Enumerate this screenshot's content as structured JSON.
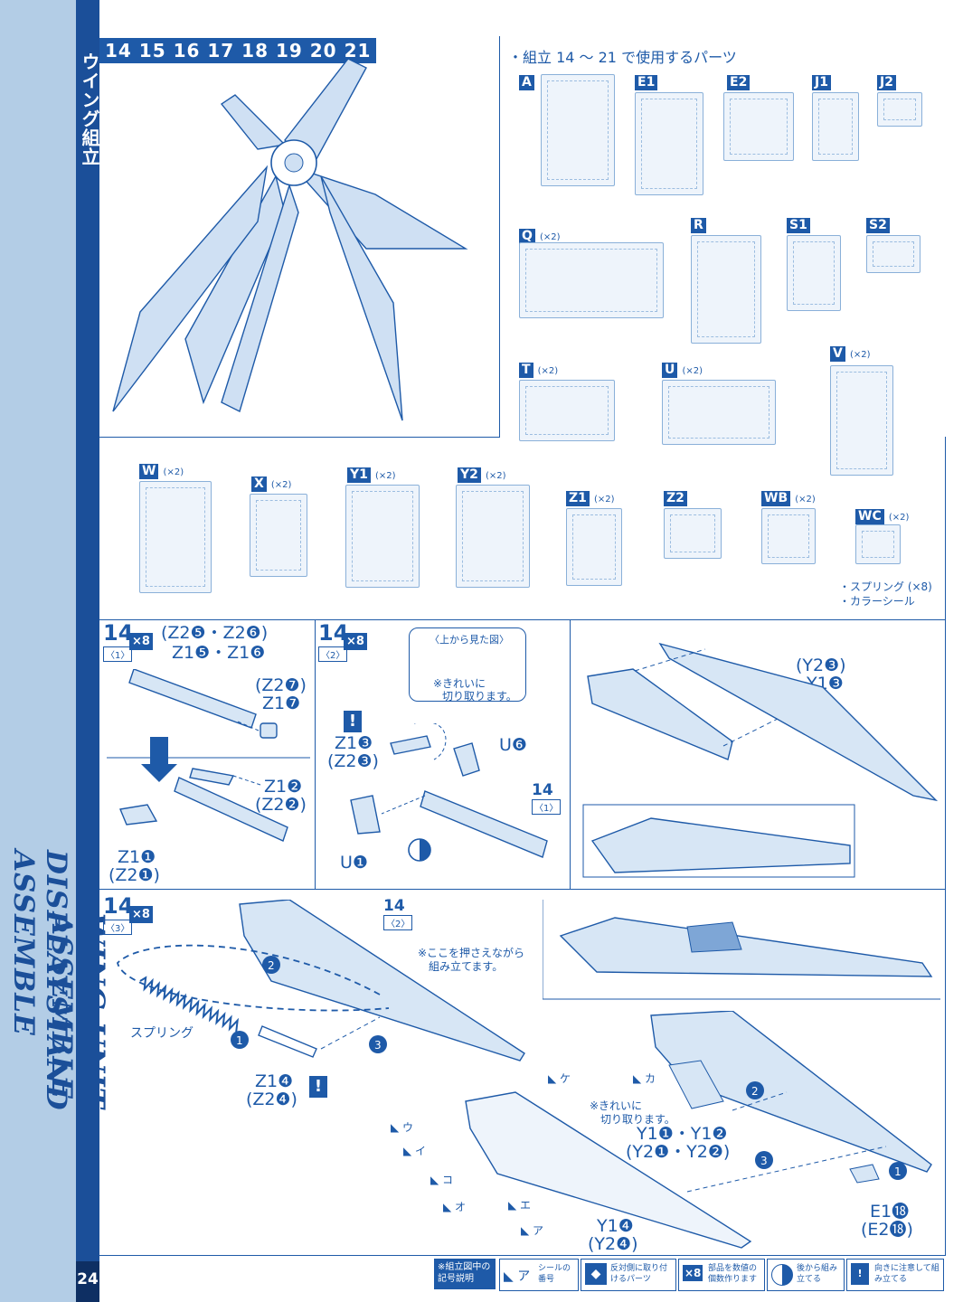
{
  "side": {
    "title_en": "WING UNIT ASSEMBLE",
    "subtitle_en": "DISPLAYSTAND ASSEMBLE",
    "page_number": "24",
    "jp_title": "ウイング組立"
  },
  "header": {
    "steps": "14 15 16 17 18 19 20 21",
    "parts_title": "・組立 14 ～ 21 で使用するパーツ"
  },
  "parts": [
    {
      "id": "A",
      "count": ""
    },
    {
      "id": "E1",
      "count": ""
    },
    {
      "id": "E2",
      "count": ""
    },
    {
      "id": "J1",
      "count": ""
    },
    {
      "id": "J2",
      "count": ""
    },
    {
      "id": "Q",
      "count": "(×2)"
    },
    {
      "id": "R",
      "count": ""
    },
    {
      "id": "S1",
      "count": ""
    },
    {
      "id": "S2",
      "count": ""
    },
    {
      "id": "T",
      "count": "(×2)"
    },
    {
      "id": "U",
      "count": "(×2)"
    },
    {
      "id": "V",
      "count": "(×2)"
    },
    {
      "id": "W",
      "count": "(×2)"
    },
    {
      "id": "X",
      "count": "(×2)"
    },
    {
      "id": "Y1",
      "count": "(×2)"
    },
    {
      "id": "Y2",
      "count": "(×2)"
    },
    {
      "id": "Z1",
      "count": "(×2)"
    },
    {
      "id": "Z2",
      "count": ""
    },
    {
      "id": "WB",
      "count": "(×2)"
    },
    {
      "id": "WC",
      "count": "(×2)"
    }
  ],
  "extras": [
    "・スプリング (×8)",
    "・カラーシール"
  ],
  "step14_1": {
    "step": "14",
    "sub": "〈1〉",
    "mult": "×8",
    "l1": "(Z2❺・Z2❻)",
    "l2": "Z1❺・Z1❻",
    "l3": "(Z2❼)",
    "l4": "Z1❼",
    "l5": "Z1❷",
    "l6": "(Z2❷)",
    "l7": "Z1❶",
    "l8": "(Z2❶)"
  },
  "step14_2": {
    "step": "14",
    "sub": "〈2〉",
    "mult": "×8",
    "top_view": "〈上から見た図〉",
    "clean": "※きれいに",
    "clean2": "切り取ります。",
    "l1": "Z1❸",
    "l2": "(Z2❸)",
    "l3": "U❻",
    "l4": "U❶",
    "ref": "14",
    "ref_sub": "〈1〉",
    "l5": "(Y2❸)",
    "l6": "Y1❸"
  },
  "step14_3": {
    "step": "14",
    "sub": "〈3〉",
    "mult": "×8",
    "ref": "14",
    "ref_sub": "〈2〉",
    "press": "※ここを押さえながら",
    "press2": "組み立てます。",
    "spring": "スプリング",
    "l1": "Z1❹",
    "l2": "(Z2❹)",
    "clean": "※きれいに",
    "clean2": "切り取ります。",
    "l3": "Y1❶・Y1❷",
    "l4": "(Y2❶・Y2❷)",
    "l5": "Y1❹",
    "l6": "(Y2❹)",
    "l7": "E1⓲",
    "l8": "(E2⓲)",
    "seals": [
      "ケ",
      "カ",
      "ウ",
      "イ",
      "コ",
      "オ",
      "エ",
      "ア"
    ]
  },
  "legend": {
    "intro": "※組立図中の記号説明",
    "seal": "シールの番号",
    "reverse": "反対側に取り付けるパーツ",
    "mult": "部品を数値の個数作ります",
    "back": "後から組み立てる",
    "caution": "向きに注意して組み立てる",
    "x8": "×8"
  }
}
